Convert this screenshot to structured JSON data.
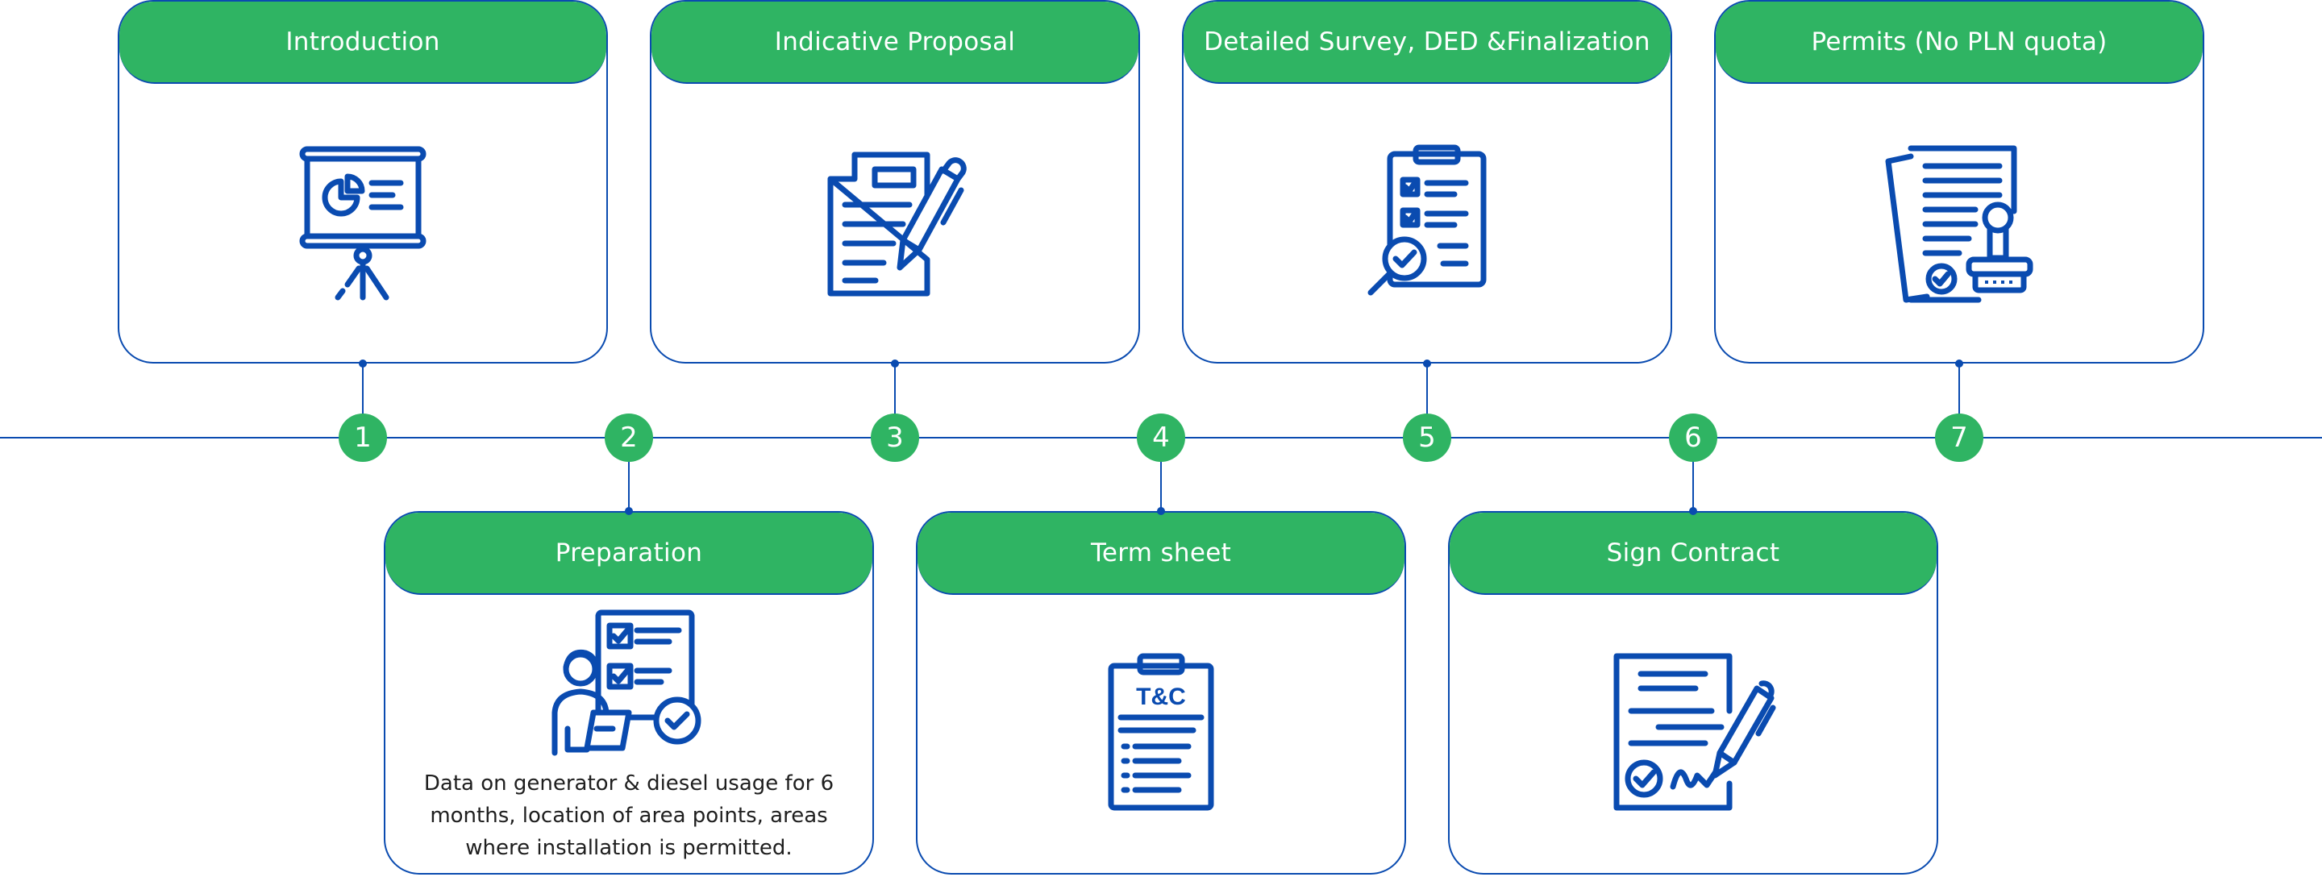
{
  "colors": {
    "accent": "#2fb463",
    "line": "#0a4bb0",
    "background": "#ffffff"
  },
  "steps": [
    {
      "number": "1",
      "title": "Introduction",
      "icon": "presentation-board-icon"
    },
    {
      "number": "2",
      "title": "Preparation",
      "icon": "checklist-person-icon",
      "description": "Data on generator & diesel usage for 6 months, location of area points, areas where installation is permitted."
    },
    {
      "number": "3",
      "title": "Indicative Proposal",
      "icon": "document-pen-icon"
    },
    {
      "number": "4",
      "title": "Term sheet",
      "icon": "terms-clipboard-icon",
      "clipboard_label": "T&C"
    },
    {
      "number": "5",
      "title": "Detailed Survey, DED &Finalization",
      "icon": "clipboard-magnifier-icon"
    },
    {
      "number": "6",
      "title": "Sign Contract",
      "icon": "contract-signature-icon"
    },
    {
      "number": "7",
      "title": "Permits (No PLN quota)",
      "icon": "permit-stamp-icon"
    }
  ]
}
